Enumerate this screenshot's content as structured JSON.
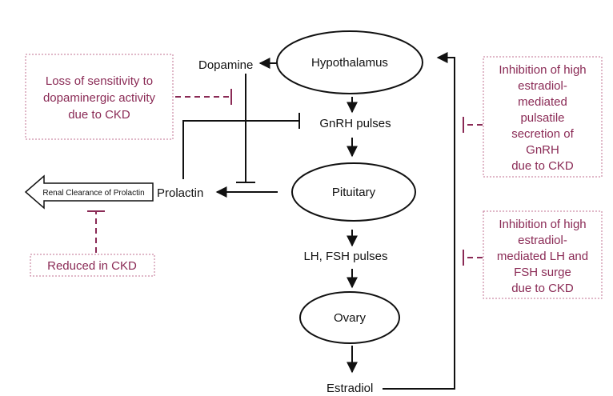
{
  "nodes": {
    "hypothalamus": "Hypothalamus",
    "dopamine": "Dopamine",
    "gnrh": "GnRH pulses",
    "pituitary": "Pituitary",
    "prolactin": "Prolactin",
    "lh_fsh": "LH, FSH pulses",
    "ovary": "Ovary",
    "estradiol": "Estradiol",
    "renal_clearance": "Renal Clearance of Prolactin"
  },
  "notes": {
    "dopamine_note": [
      "Loss of sensitivity to",
      "dopaminergic activity",
      "due to CKD"
    ],
    "renal_note": [
      "Reduced in CKD"
    ],
    "gnrh_inhibition": [
      "Inhibition of high",
      "estradiol-",
      "mediated",
      "pulsatile",
      "secretion of",
      "GnRH",
      "due to CKD"
    ],
    "lhfsh_inhibition": [
      "Inhibition of high",
      "estradiol-",
      "mediated LH and",
      "FSH surge",
      "due to CKD"
    ]
  },
  "colors": {
    "accent": "#8a2a55",
    "ink": "#111111"
  }
}
